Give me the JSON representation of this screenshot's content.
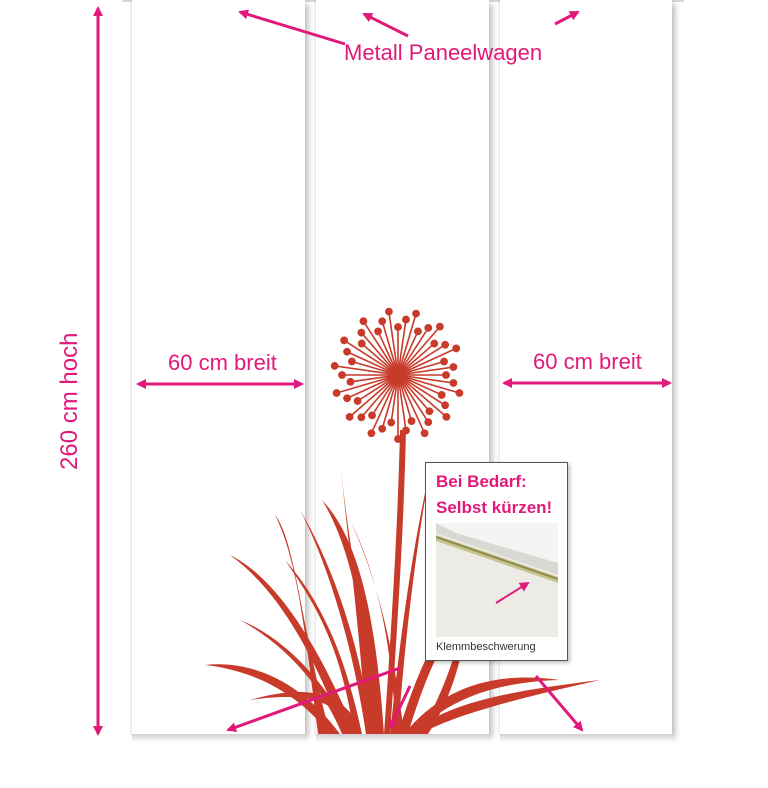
{
  "labels": {
    "panel_car": "Metall Paneelwagen",
    "width_left": "60 cm breit",
    "width_right": "60 cm breit",
    "height": "260 cm hoch"
  },
  "note": {
    "title_line1": "Bei Bedarf:",
    "title_line2": "Selbst kürzen!",
    "caption": "Klemmbeschwerung"
  },
  "colors": {
    "accent": "#e0197a",
    "flower": "#c83a2a"
  }
}
